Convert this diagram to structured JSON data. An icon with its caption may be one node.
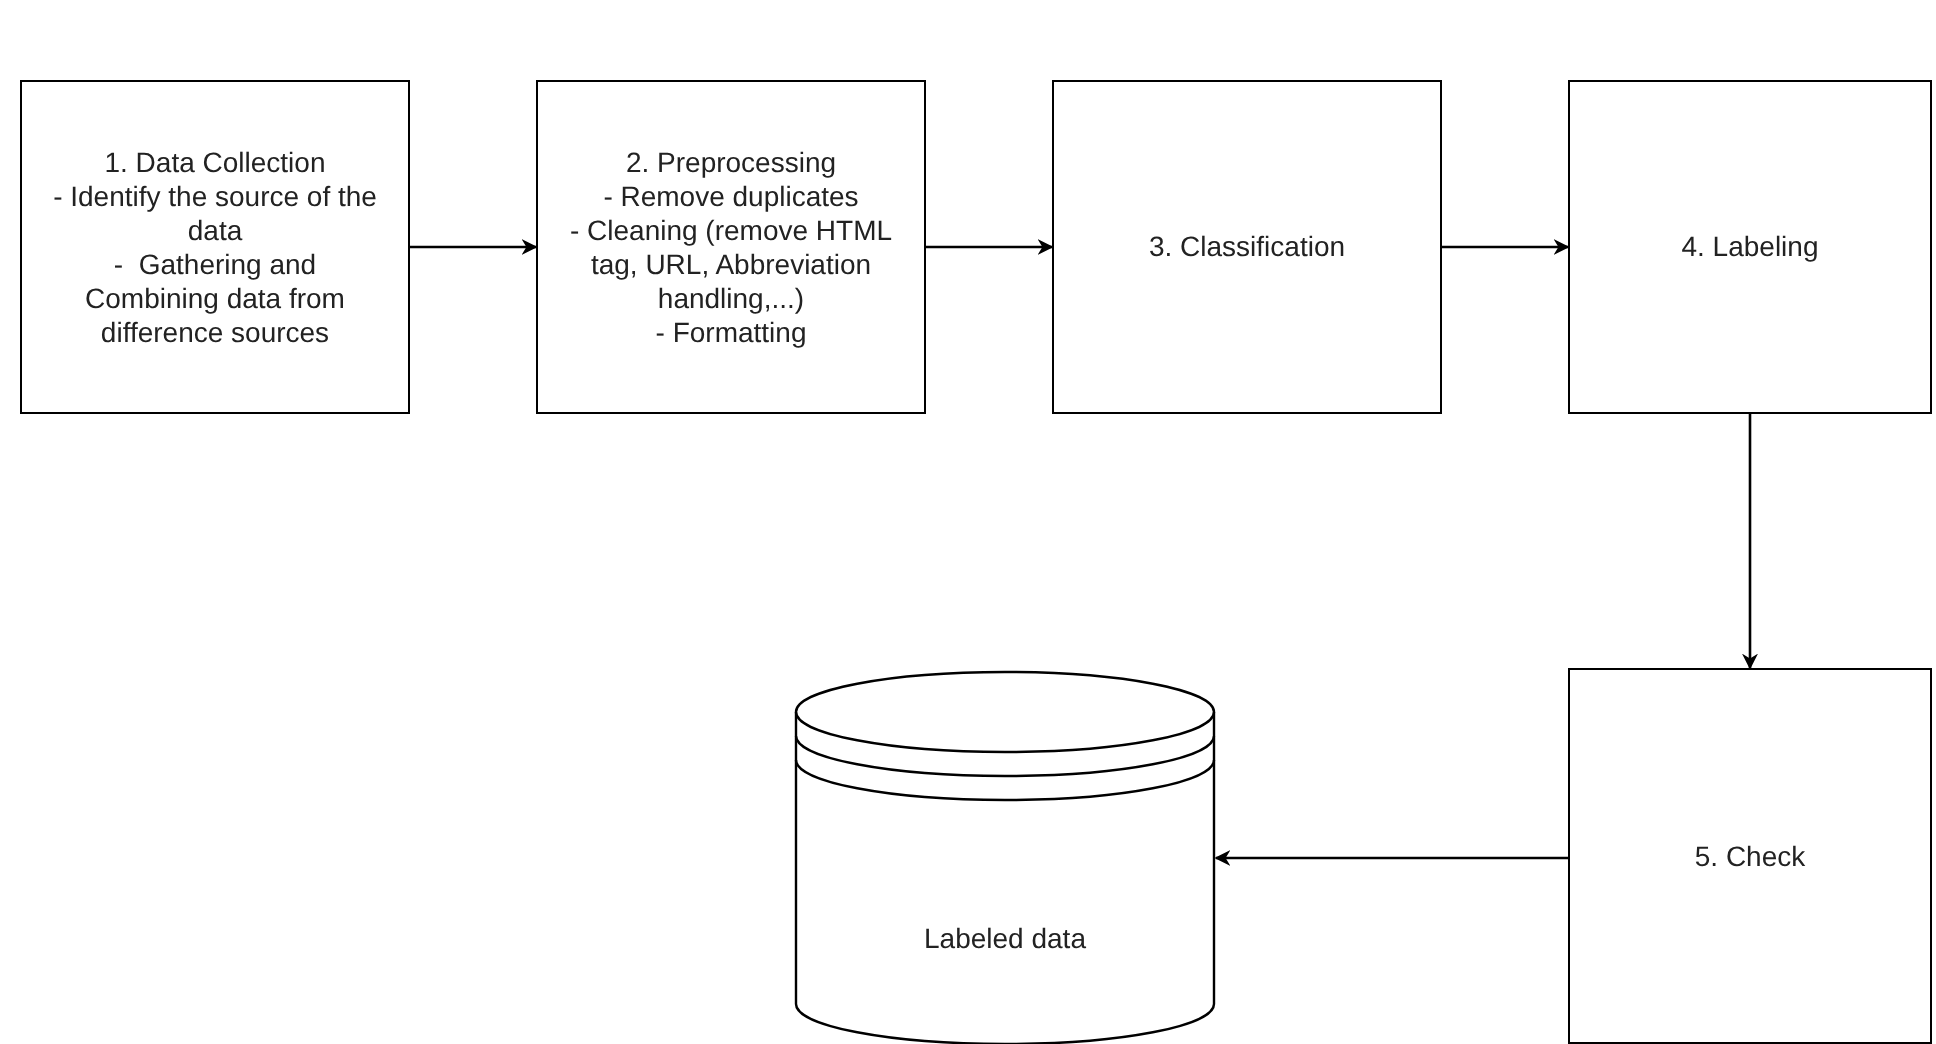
{
  "diagram": {
    "nodes": [
      {
        "text": [
          "1. Data Collection",
          "- Identify the source of the data",
          "-  Gathering and Combining data from difference sources"
        ]
      },
      {
        "text": [
          "2. Preprocessing",
          "- Remove duplicates",
          "- Cleaning (remove HTML tag, URL, Abbreviation handling,...)",
          "- Formatting"
        ]
      },
      {
        "text": [
          "3. Classification"
        ]
      },
      {
        "text": [
          "4. Labeling"
        ]
      },
      {
        "text": [
          "5. Check"
        ]
      },
      {
        "text": [
          "Labeled data"
        ]
      }
    ],
    "edges": [
      {
        "from": 0,
        "to": 1,
        "arrow": "to"
      },
      {
        "from": 1,
        "to": 2,
        "arrow": "to"
      },
      {
        "from": 2,
        "to": 3,
        "arrow": "to"
      },
      {
        "from": 3,
        "to": 4,
        "arrow": "to"
      },
      {
        "from": 4,
        "to": 5,
        "arrow": "to"
      }
    ]
  }
}
